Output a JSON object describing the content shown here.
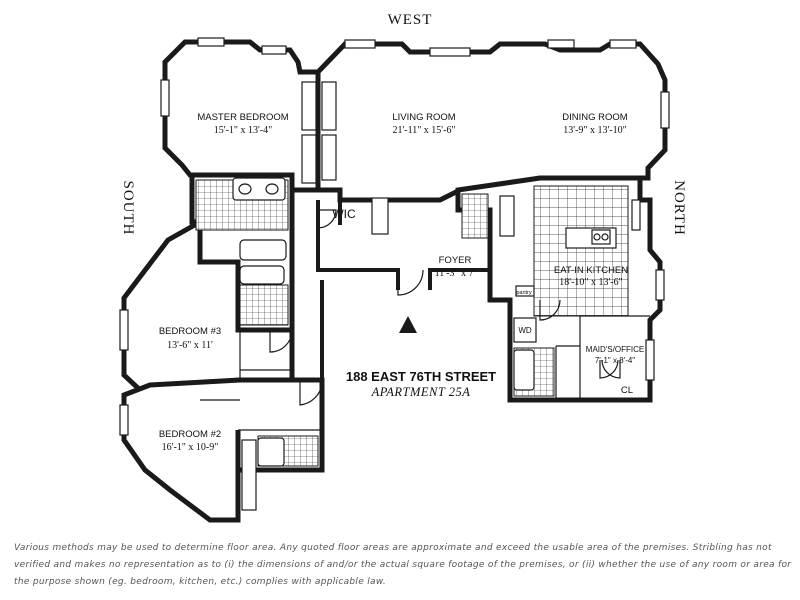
{
  "compass": {
    "west": "WEST",
    "south": "SOUTH",
    "north": "NORTH"
  },
  "rooms": {
    "master_bedroom": {
      "name": "MASTER BEDROOM",
      "dims": "15'-1\" x 13'-4\""
    },
    "living_room": {
      "name": "LIVING ROOM",
      "dims": "21'-11\" x 15'-6\""
    },
    "dining_room": {
      "name": "DINING ROOM",
      "dims": "13'-9\" x 13'-10\""
    },
    "wic": {
      "name": "WIC"
    },
    "foyer": {
      "name": "FOYER",
      "dims": "11'-3\" x 7'"
    },
    "kitchen": {
      "name": "EAT-IN KITCHEN",
      "dims": "18'-10\" x 13'-6\""
    },
    "bedroom3": {
      "name": "BEDROOM #3",
      "dims": "13'-6\" x 11'"
    },
    "bedroom2": {
      "name": "BEDROOM #2",
      "dims": "16'-1\" x 10-9\""
    },
    "maids_office": {
      "name": "MAID'S/OFFICE",
      "dims": "7'-1\" x 8'-4\""
    },
    "cl": {
      "name": "CL"
    },
    "wd": {
      "name": "WD"
    },
    "pantry": {
      "name": "pantry"
    }
  },
  "address": {
    "street": "188 EAST 76TH STREET",
    "apartment": "APARTMENT 25A"
  },
  "disclaimer": "Various methods may be used to determine floor area. Any quoted floor areas are approximate and exceed the usable area of the premises. Stribling has not verified and makes no representation as to (i) the dimensions of and/or the actual square footage of the premises, or (ii) whether the use of any room or area for the purpose shown (eg. bedroom, kitchen, etc.) complies with applicable law."
}
